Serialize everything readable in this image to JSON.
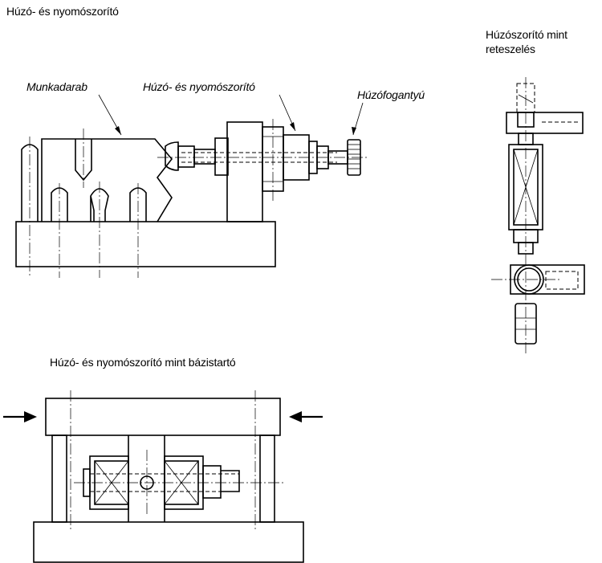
{
  "labels": {
    "title_top": "Húzó- és nyomószorító",
    "right_title_line1": "Húzószorító mint",
    "right_title_line2": "reteszelés",
    "workpiece": "Munkadarab",
    "clamp": "Húzó- és nyomószorító",
    "handle": "Húzófogantyú",
    "bottom_title": "Húzó- és nyomószorító mint bázistartó"
  }
}
